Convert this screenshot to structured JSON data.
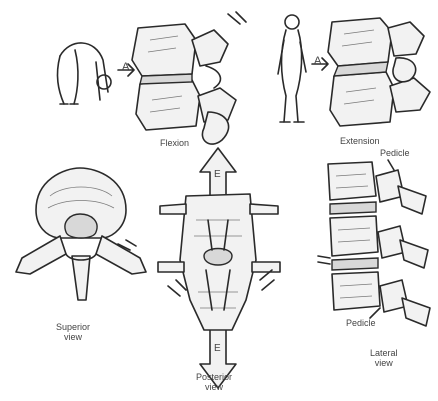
{
  "figure": {
    "labels": {
      "flexion": "Flexion",
      "extension": "Extension",
      "arrow_a_left": "A",
      "arrow_a_right": "A",
      "pedicle_top": "Pedicle",
      "pedicle_bottom": "Pedicle",
      "superior_view_line1": "Superior",
      "superior_view_line2": "view",
      "posterior_view_line1": "Posterior",
      "posterior_view_line2": "view",
      "lateral_view_line1": "Lateral",
      "lateral_view_line2": "view",
      "arrow_e_top": "E",
      "arrow_e_bottom": "E"
    }
  }
}
